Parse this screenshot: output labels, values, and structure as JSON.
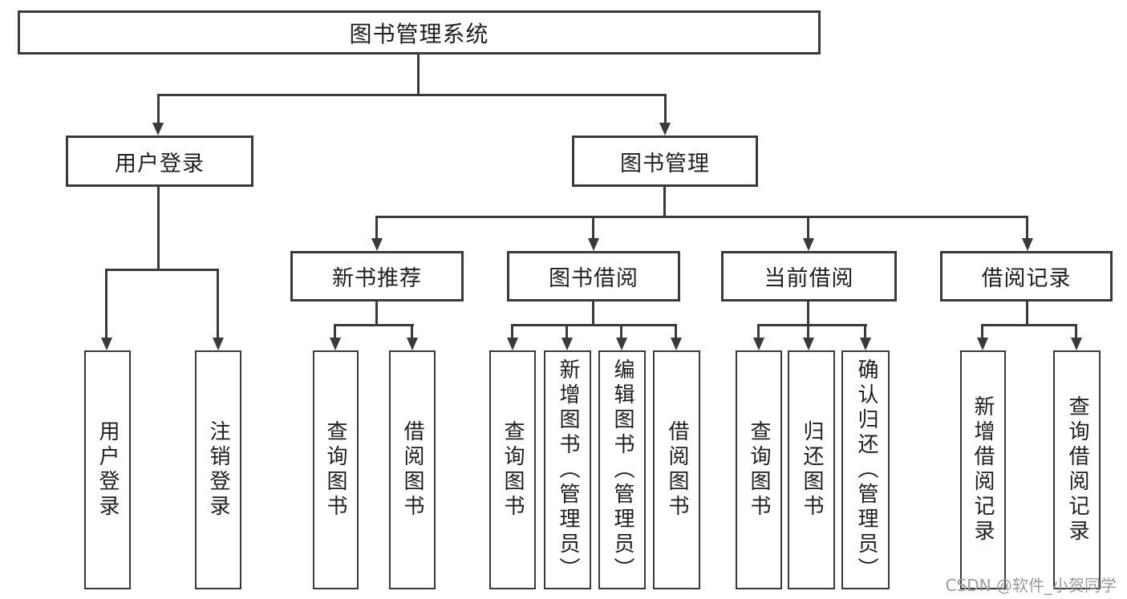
{
  "diagram": {
    "root": "图书管理系统",
    "left": {
      "label": "用户登录",
      "children": [
        "用户登录",
        "注销登录"
      ]
    },
    "right": {
      "label": "图书管理",
      "groups": [
        {
          "label": "新书推荐",
          "children": [
            "查询图书",
            "借阅图书"
          ]
        },
        {
          "label": "图书借阅",
          "children": [
            "查询图书",
            "新增图书（管理员）",
            "编辑图书（管理员）",
            "借阅图书"
          ]
        },
        {
          "label": "当前借阅",
          "children": [
            "查询图书",
            "归还图书",
            "确认归还（管理员）"
          ]
        },
        {
          "label": "借阅记录",
          "children": [
            "新增借阅记录",
            "查询借阅记录"
          ]
        }
      ]
    }
  },
  "watermark": "CSDN @软件_小贺同学",
  "colors": {
    "line": "#3a3a3a",
    "text": "#1e1e1e",
    "box_background": "#ffffff",
    "watermark": "#9b9b9b",
    "background": "#ffffff"
  }
}
